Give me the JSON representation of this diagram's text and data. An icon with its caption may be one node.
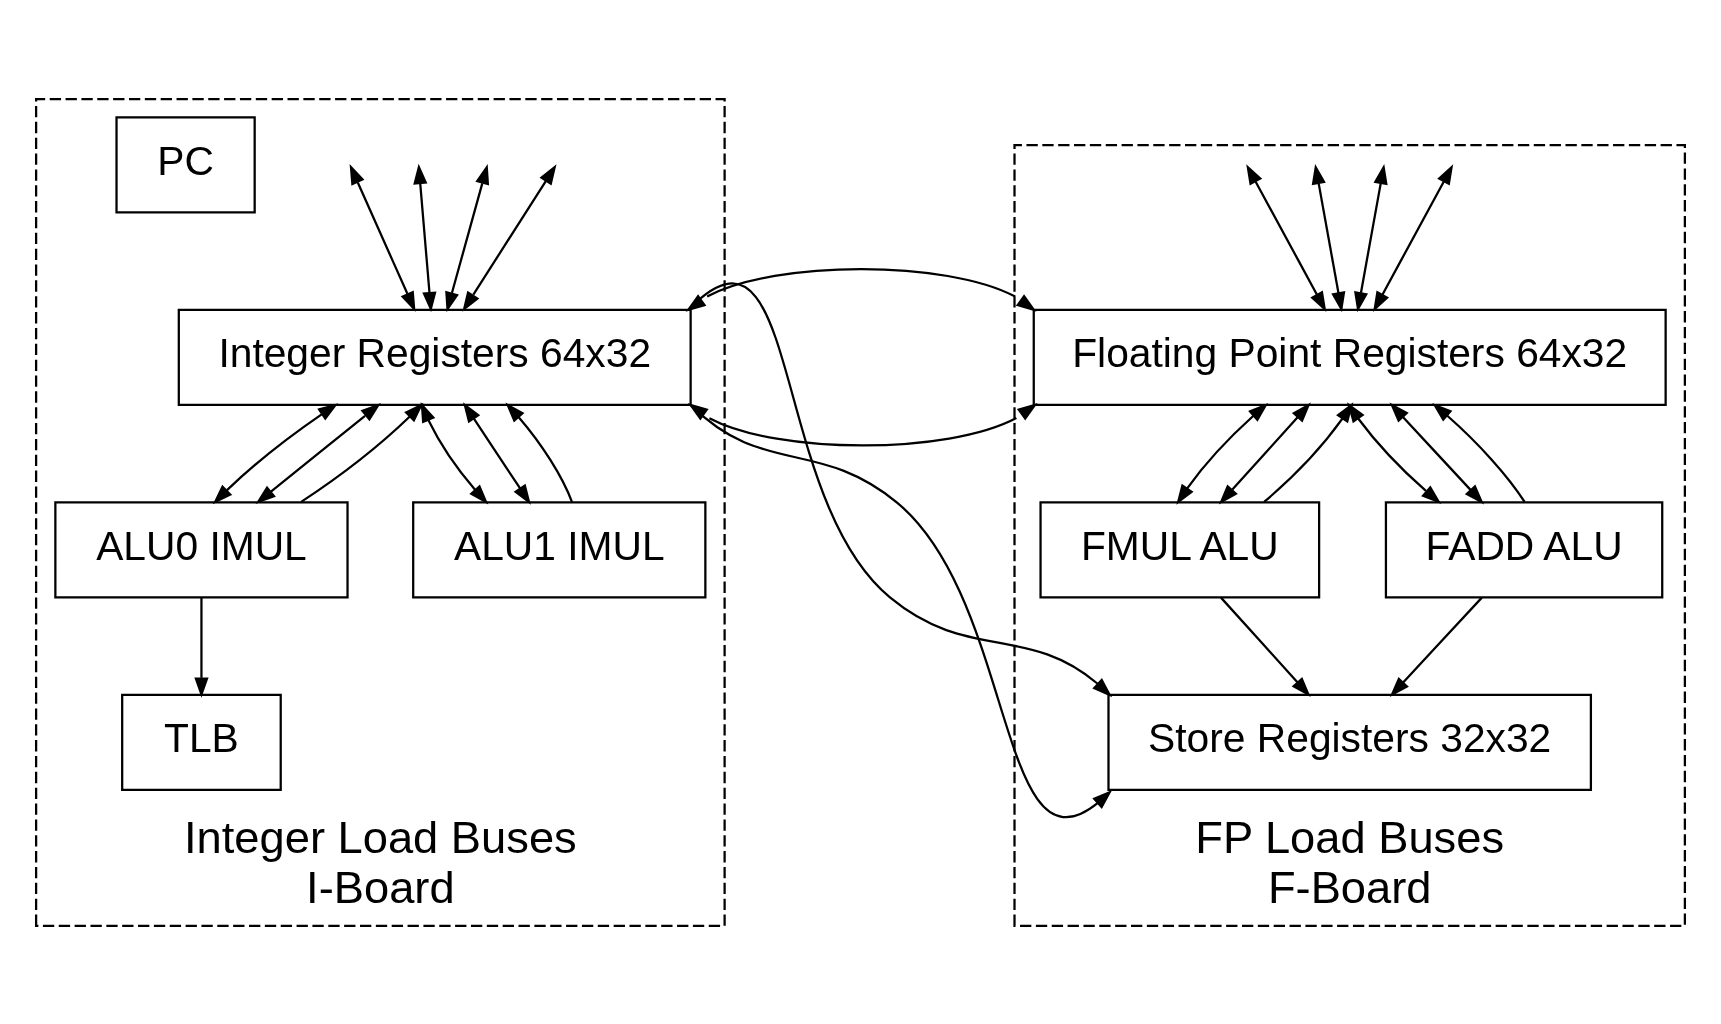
{
  "diagram": {
    "nodes": [
      {
        "text": [
          "Integer Load Buses",
          "I-Board"
        ]
      },
      {
        "text": [
          "Integer Registers 64x32"
        ],
        "in": 0
      },
      {
        "text": [
          "ALU0 IMUL"
        ],
        "in": 0
      },
      {
        "text": [
          "ALU1 IMUL"
        ],
        "in": 0
      },
      {
        "text": [
          "TLB"
        ],
        "in": 0
      },
      {
        "text": [
          "PC"
        ],
        "in": 0
      },
      {
        "text": [
          "FP Load Buses",
          "F-Board"
        ]
      },
      {
        "text": [
          "Floating Point Registers 64x32"
        ],
        "in": 6
      },
      {
        "text": [
          "FMUL ALU"
        ],
        "in": 6
      },
      {
        "text": [
          "FADD ALU"
        ],
        "in": 6
      },
      {
        "text": [
          "Store Registers 32x32"
        ],
        "in": 6
      }
    ],
    "edges": [
      {
        "from": null,
        "to": 1,
        "arrow": "both"
      },
      {
        "from": null,
        "to": 1,
        "arrow": "both"
      },
      {
        "from": null,
        "to": 1,
        "arrow": "both"
      },
      {
        "from": null,
        "to": 1,
        "arrow": "both"
      },
      {
        "from": null,
        "to": 7,
        "arrow": "both"
      },
      {
        "from": null,
        "to": 7,
        "arrow": "both"
      },
      {
        "from": null,
        "to": 7,
        "arrow": "both"
      },
      {
        "from": null,
        "to": 7,
        "arrow": "both"
      },
      {
        "from": 1,
        "to": 7,
        "arrow": "both"
      },
      {
        "from": 1,
        "to": 7,
        "arrow": "both"
      },
      {
        "from": 1,
        "to": 10,
        "arrow": "to"
      },
      {
        "from": 1,
        "to": 10,
        "arrow": "to"
      },
      {
        "from": 1,
        "to": 2,
        "arrow": "both"
      },
      {
        "from": 1,
        "to": 2,
        "arrow": "both"
      },
      {
        "from": 2,
        "to": 1,
        "arrow": "to"
      },
      {
        "from": 2,
        "to": 4,
        "arrow": "to"
      },
      {
        "from": 1,
        "to": 3,
        "arrow": "both"
      },
      {
        "from": 1,
        "to": 3,
        "arrow": "both"
      },
      {
        "from": 3,
        "to": 1,
        "arrow": "to"
      },
      {
        "from": 7,
        "to": 8,
        "arrow": "both"
      },
      {
        "from": 7,
        "to": 8,
        "arrow": "both"
      },
      {
        "from": 8,
        "to": 7,
        "arrow": "to"
      },
      {
        "from": 8,
        "to": 10,
        "arrow": "to"
      },
      {
        "from": 7,
        "to": 9,
        "arrow": "both"
      },
      {
        "from": 7,
        "to": 9,
        "arrow": "both"
      },
      {
        "from": 9,
        "to": 7,
        "arrow": "to"
      },
      {
        "from": 9,
        "to": 10,
        "arrow": "to"
      }
    ]
  }
}
